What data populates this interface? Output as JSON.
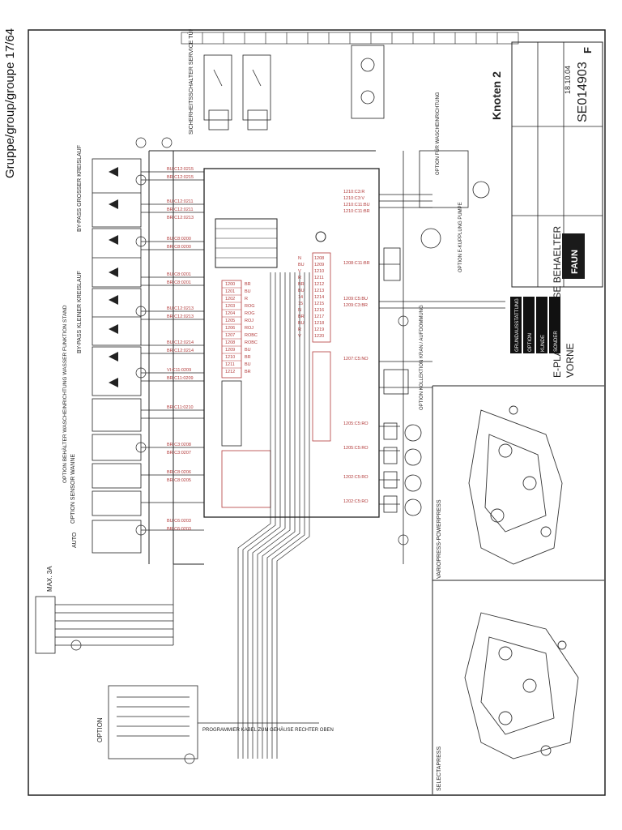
{
  "page_label": "Gruppe/group/groupe 17/64",
  "title_block": {
    "title_line1": "E-PLAN GEHAEUSE BEHAELTER",
    "title_line2": "VORNE",
    "drawing_number": "SE014903",
    "revision": "F",
    "date": "18.10.04",
    "logo_text": "FAUN"
  },
  "node_label": "Knoten 2",
  "sections": {
    "sicherheit": "SICHERHEITSSCHALTER SERVICE TÜRE",
    "bypass_grosser": "BY-PASS GROSSER KREISLAUF",
    "bypass_kleiner": "BY-PASS KLEINER KREISLAUF",
    "option_behaelter": "OPTION BEHÄLTER WASCHEINRICHTUNG WASSER FUNKTION STAND",
    "option_sensor": "OPTION SENSOR WANNE",
    "auto": "AUTO",
    "option_bottom": "OPTION",
    "option_waschen": "OPTION FÜR WASCHEINRICHTUNG",
    "option_kupplung": "OPTION E-KUPPLUNG PUMPE",
    "option_kollektion": "OPTION KOLLEKTION KRAN / AUFDOMMUNG",
    "variopress": "VARIOPRESS-POWERPRESS",
    "selectapress": "SELECTAPRESS",
    "max_label": "MAX. 3A",
    "programmer": "PROGRAMMIER KABEL ZUM GEHÄUSE RECHTER OBEN"
  },
  "wire_labels": {
    "c12_left": [
      "BU:C12:0215",
      "BR:C12:0215"
    ],
    "c12_right": [
      "BU:C12:0211",
      "BR:C12:0211",
      "BR:C12:0213"
    ],
    "c8": [
      "BU:C8:0200",
      "BR:C8:0200"
    ],
    "c8b": [
      "BU:C8:0201",
      "BR:C8:0201"
    ],
    "c12b": [
      "BU:C12:0213",
      "BR:C12:0213"
    ],
    "c12c": [
      "BU:C12:0214",
      "BR:C12:0214"
    ],
    "c11": [
      "VI:C11:0209",
      "BR:C11:0209",
      "BR:C11:0210"
    ],
    "c3": [
      "BR:C3:0208",
      "BR:C3:0207"
    ],
    "c8c": [
      "BR:C8:0206",
      "BR:C8:0205"
    ],
    "c6": [
      "BU:C6:0203",
      "BR:C6:0203"
    ],
    "right": [
      "1210:C3:R",
      "1210:C3:V",
      "1210:C11:BU",
      "1210:C11:BR",
      "1209:C5:BU",
      "1209:C3:BR",
      "1208:C11:BR"
    ],
    "right_lower": [
      "1207:C5:NO",
      "1205:C5:RO",
      "1205:C5:RO",
      "1202:C5:RO",
      "1202:C5:RO"
    ]
  },
  "terminal_block": {
    "left_rows": [
      "1200",
      "1201",
      "1202",
      "1203",
      "1204",
      "1205",
      "1206",
      "1207",
      "1208",
      "1209",
      "1210",
      "1211",
      "1212"
    ],
    "left_colors": [
      "BR",
      "BU",
      "R",
      "ROG",
      "ROG",
      "ROJ",
      "ROJ",
      "ROBC",
      "ROBC",
      "BU",
      "BR",
      "BU",
      "BR"
    ],
    "right_rows": [
      "1208",
      "1209",
      "1210",
      "1211",
      "1212",
      "1213",
      "1214",
      "1215",
      "1216",
      "1217",
      "1218",
      "1219",
      "1220"
    ],
    "right_colors": [
      "N",
      "BU",
      "V",
      "R",
      "BR",
      "BU",
      "14",
      "15",
      "N",
      "BR",
      "BU",
      "R",
      "V"
    ]
  },
  "legend_block": {
    "lines": [
      "GRUNDAUSSTATTUNG",
      "OPTION",
      "KUNDE",
      "SONDER"
    ]
  }
}
